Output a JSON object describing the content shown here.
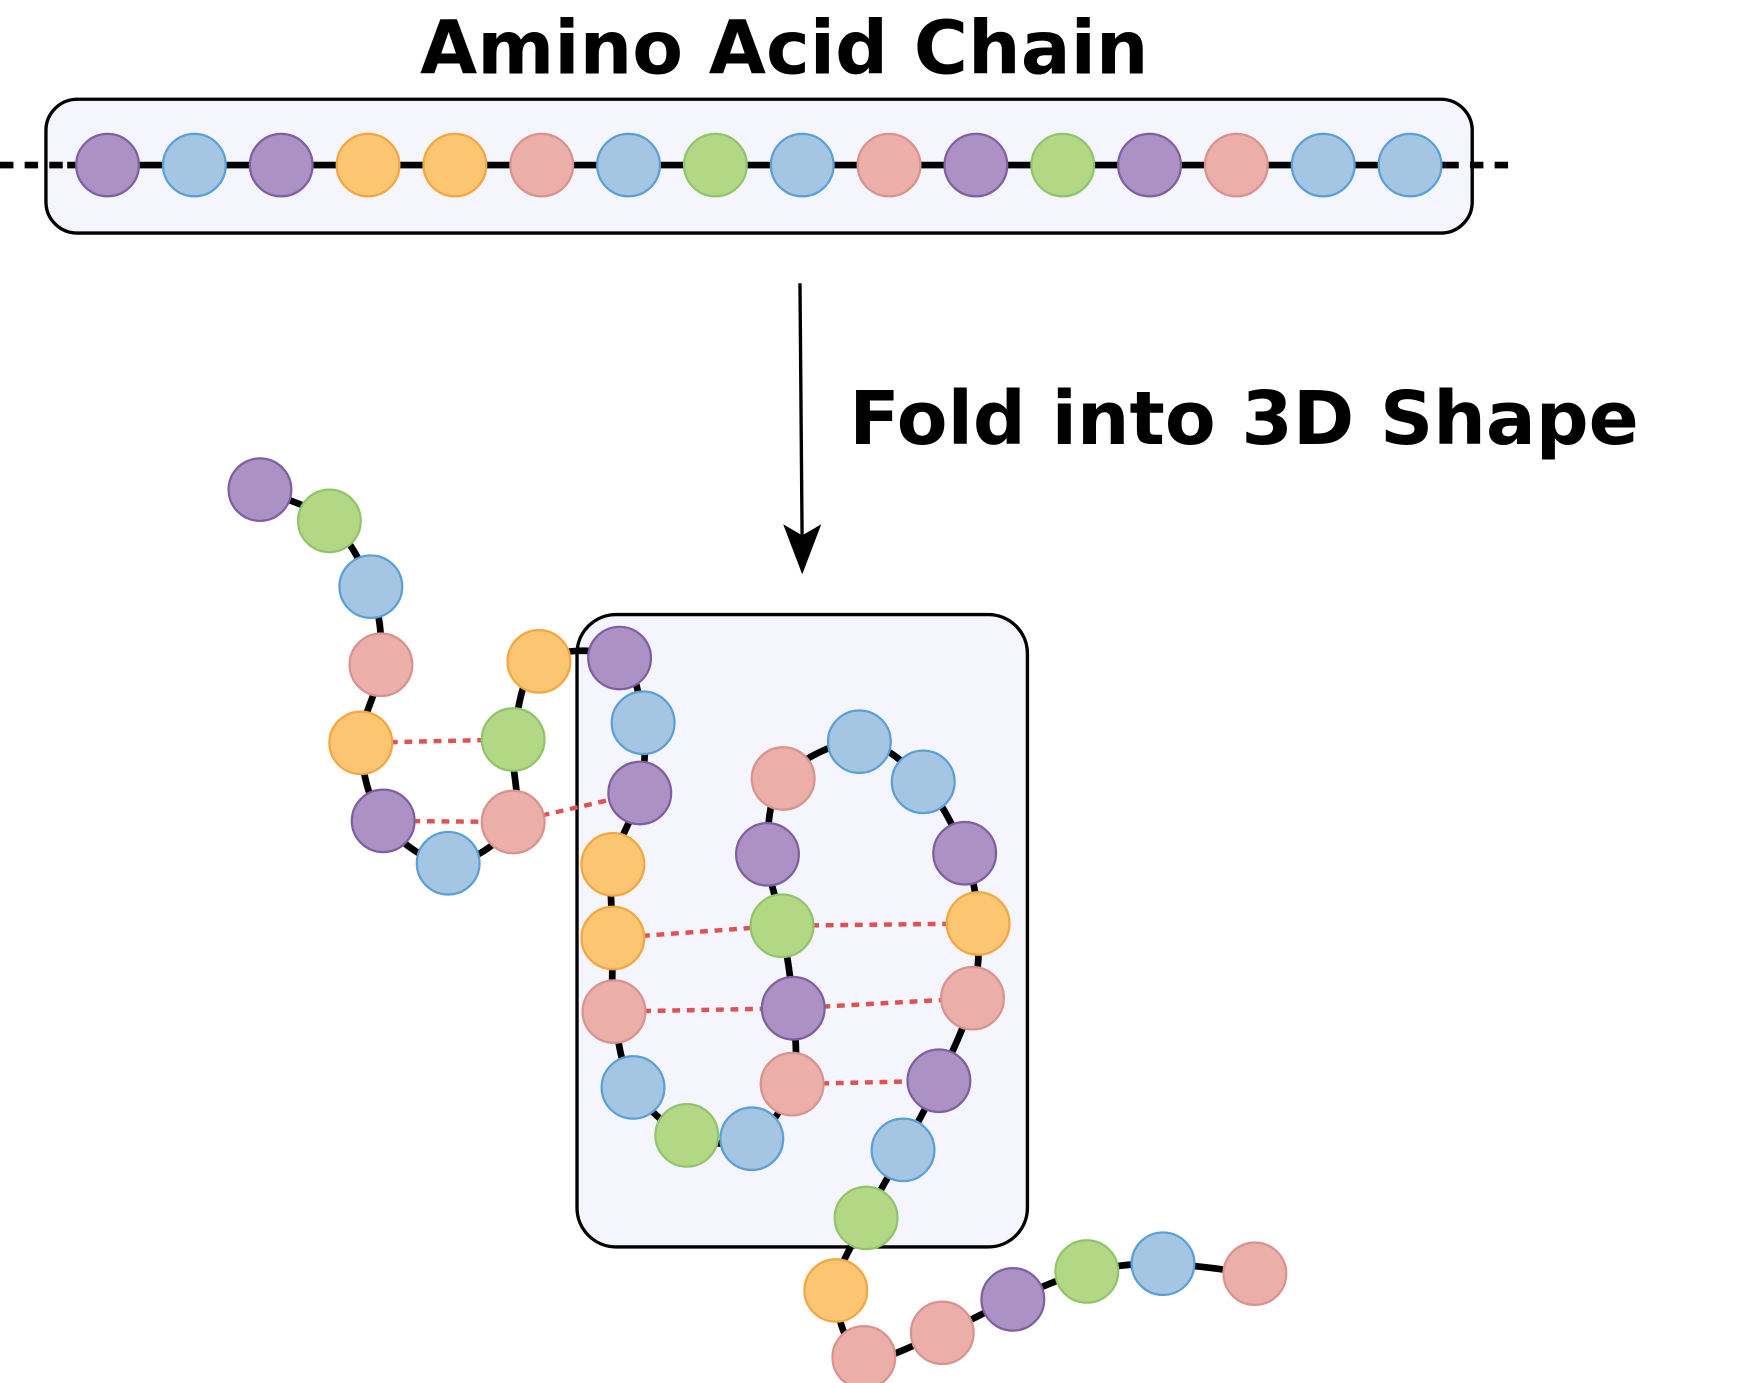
{
  "title": "Amino Acid Chain",
  "step_label": "Fold into 3D Shape",
  "colors": {
    "purple": {
      "fill": "#AB91C4",
      "stroke": "#7E5FA1"
    },
    "blue": {
      "fill": "#A5C6E3",
      "stroke": "#5A9FD6"
    },
    "orange": {
      "fill": "#FCC572",
      "stroke": "#F4A640"
    },
    "pink": {
      "fill": "#EBAEA8",
      "stroke": "#D9938E"
    },
    "green": {
      "fill": "#B2D886",
      "stroke": "#92C46B"
    },
    "box_fill": "#F4F5FD",
    "hbond": "#E05252"
  },
  "linear_chain": [
    "purple",
    "blue",
    "purple",
    "orange",
    "orange",
    "pink",
    "blue",
    "green",
    "blue",
    "pink",
    "purple",
    "green",
    "purple",
    "pink",
    "blue",
    "blue"
  ],
  "folded_chain": [
    "purple",
    "green",
    "blue",
    "pink",
    "orange",
    "purple",
    "blue",
    "pink",
    "green",
    "orange",
    "purple",
    "blue",
    "purple",
    "orange",
    "orange",
    "pink",
    "blue",
    "green",
    "blue",
    "pink",
    "purple",
    "green",
    "purple",
    "pink",
    "blue",
    "blue",
    "purple",
    "orange",
    "pink",
    "purple",
    "blue",
    "green",
    "orange",
    "pink",
    "pink",
    "purple",
    "green",
    "blue",
    "pink"
  ]
}
